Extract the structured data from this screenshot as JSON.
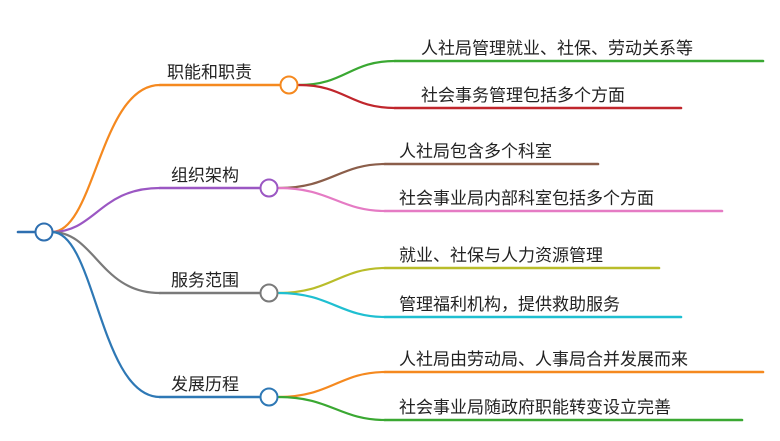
{
  "root": {
    "label": "",
    "color": "#2e6fb0"
  },
  "branches": [
    {
      "label": "职能和职责",
      "color": "#f5891f",
      "children": [
        {
          "label": "人社局管理就业、社保、劳动关系等",
          "color": "#3aa832"
        },
        {
          "label": "社会事务管理包括多个方面",
          "color": "#c0262c"
        }
      ]
    },
    {
      "label": "组织架构",
      "color": "#9b57c3",
      "children": [
        {
          "label": "人社局包含多个科室",
          "color": "#8b5e4a"
        },
        {
          "label": "社会事业局内部科室包括多个方面",
          "color": "#e57bc4"
        }
      ]
    },
    {
      "label": "服务范围",
      "color": "#7a7a7a",
      "children": [
        {
          "label": "就业、社保与人力资源管理",
          "color": "#b9bd2a"
        },
        {
          "label": "管理福利机构，提供救助服务",
          "color": "#1fbfd1"
        }
      ]
    },
    {
      "label": "发展历程",
      "color": "#2e78b5",
      "children": [
        {
          "label": "人社局由劳动局、人事局合并发展而来",
          "color": "#f5891f"
        },
        {
          "label": "社会事业局随政府职能转变设立完善",
          "color": "#3aa832"
        }
      ]
    }
  ]
}
